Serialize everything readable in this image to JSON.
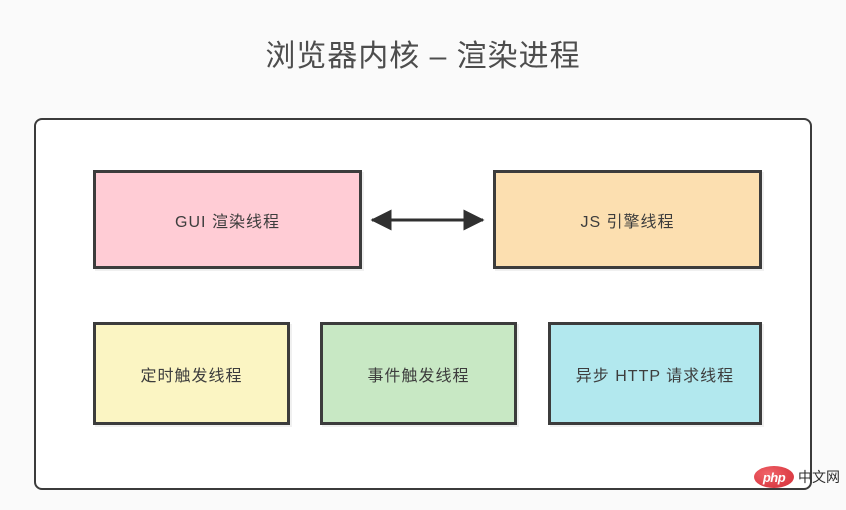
{
  "diagram": {
    "title": "浏览器内核 – 渲染进程",
    "container_name": "渲染进程",
    "threads": [
      {
        "id": "gui",
        "label": "GUI 渲染线程",
        "color": "#FFCCD5",
        "border_color": "#3C3C3C",
        "row": "top"
      },
      {
        "id": "js",
        "label": "JS 引擎线程",
        "color": "#FCDFB0",
        "border_color": "#3C3C3C",
        "row": "top"
      },
      {
        "id": "timer",
        "label": "定时触发线程",
        "color": "#FBF5C3",
        "border_color": "#3C3C3C",
        "row": "bottom"
      },
      {
        "id": "event",
        "label": "事件触发线程",
        "color": "#C8E8C4",
        "border_color": "#3C3C3C",
        "row": "bottom"
      },
      {
        "id": "http",
        "label": "异步 HTTP 请求线程",
        "color": "#B2E8EE",
        "border_color": "#3C3C3C",
        "row": "bottom"
      }
    ],
    "connections": [
      {
        "id": "gui-js",
        "from": "gui",
        "to": "js",
        "type": "double-arrow",
        "label": "",
        "color": "#303030"
      }
    ]
  },
  "watermark": {
    "logo_text": "php",
    "text": "中文网",
    "logo_color": "#E0434B"
  },
  "theme": {
    "page_background": "#FAFAFA",
    "container_background": "#FFFFFF",
    "container_border": "#3B3B3B",
    "title_color": "#4D4D4D",
    "label_color": "#3D3D3D"
  }
}
